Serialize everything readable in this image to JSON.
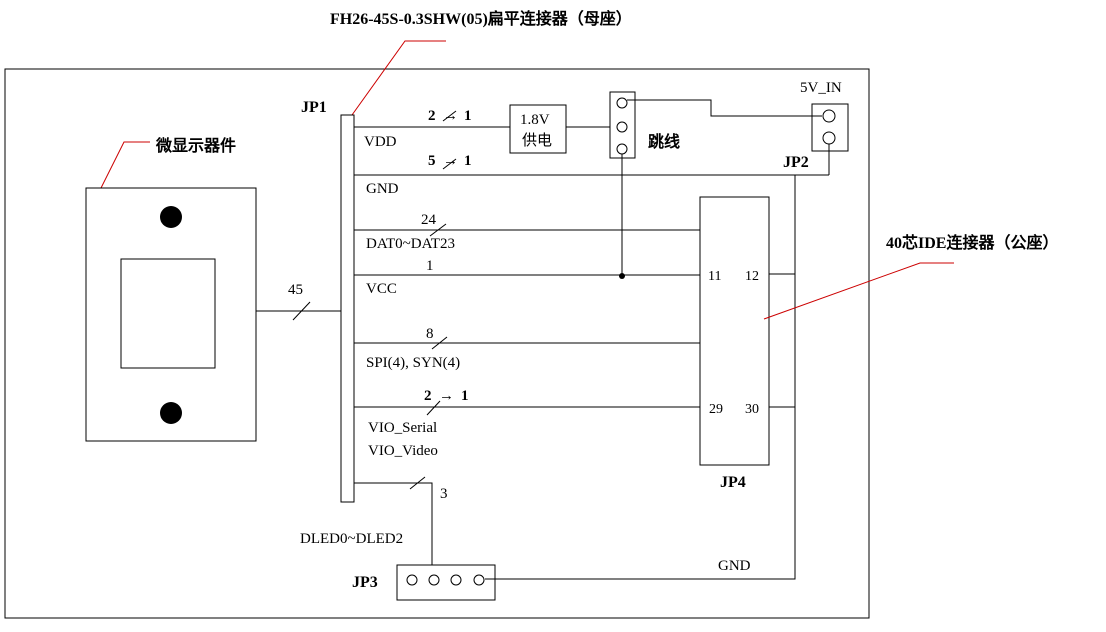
{
  "title_connector": "FH26-45S-0.3SHW(05)扁平连接器（母座）",
  "title_ide": "40芯IDE连接器（公座）",
  "microdisplay_label": "微显示器件",
  "jp1": "JP1",
  "jp2": "JP2",
  "jp3": "JP3",
  "jp4": "JP4",
  "jumper_label": "跳线",
  "supply_label_line1": "1.8V",
  "supply_label_line2": "供电",
  "input_5v": "5V_IN",
  "gnd_right": "GND",
  "bus_count": "45",
  "signals": {
    "vdd": "VDD",
    "vdd_count": "2",
    "vdd_to": "1",
    "gnd": "GND",
    "gnd_count": "5",
    "gnd_to": "1",
    "dat": "DAT0~DAT23",
    "dat_count": "24",
    "vcc": "VCC",
    "vcc_count": "1",
    "spi": "SPI(4), SYN(4)",
    "spi_count": "8",
    "vio_serial": "VIO_Serial",
    "vio_video": "VIO_Video",
    "vio_count": "2",
    "vio_to": "1",
    "dled": "DLED0~DLED2",
    "dled_count": "3"
  },
  "jp4_pins": {
    "p11": "11",
    "p12": "12",
    "p29": "29",
    "p30": "30"
  },
  "arrow_glyph": "→"
}
